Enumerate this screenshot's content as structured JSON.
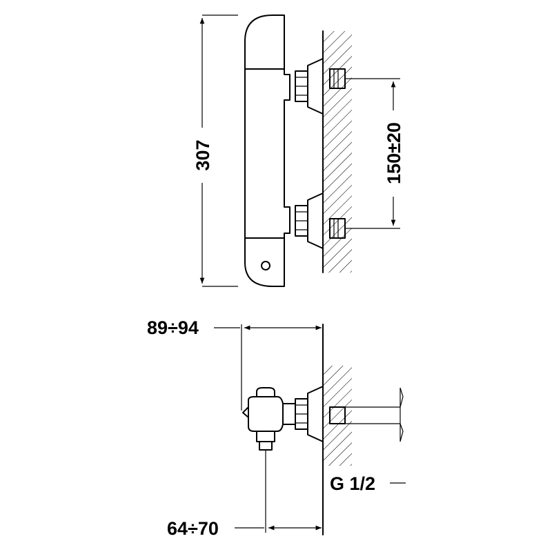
{
  "dimensions": {
    "height": "307",
    "inlet_spacing": "150±20",
    "depth_outer": "89÷94",
    "depth_inner": "64÷70",
    "thread": "G 1/2"
  }
}
